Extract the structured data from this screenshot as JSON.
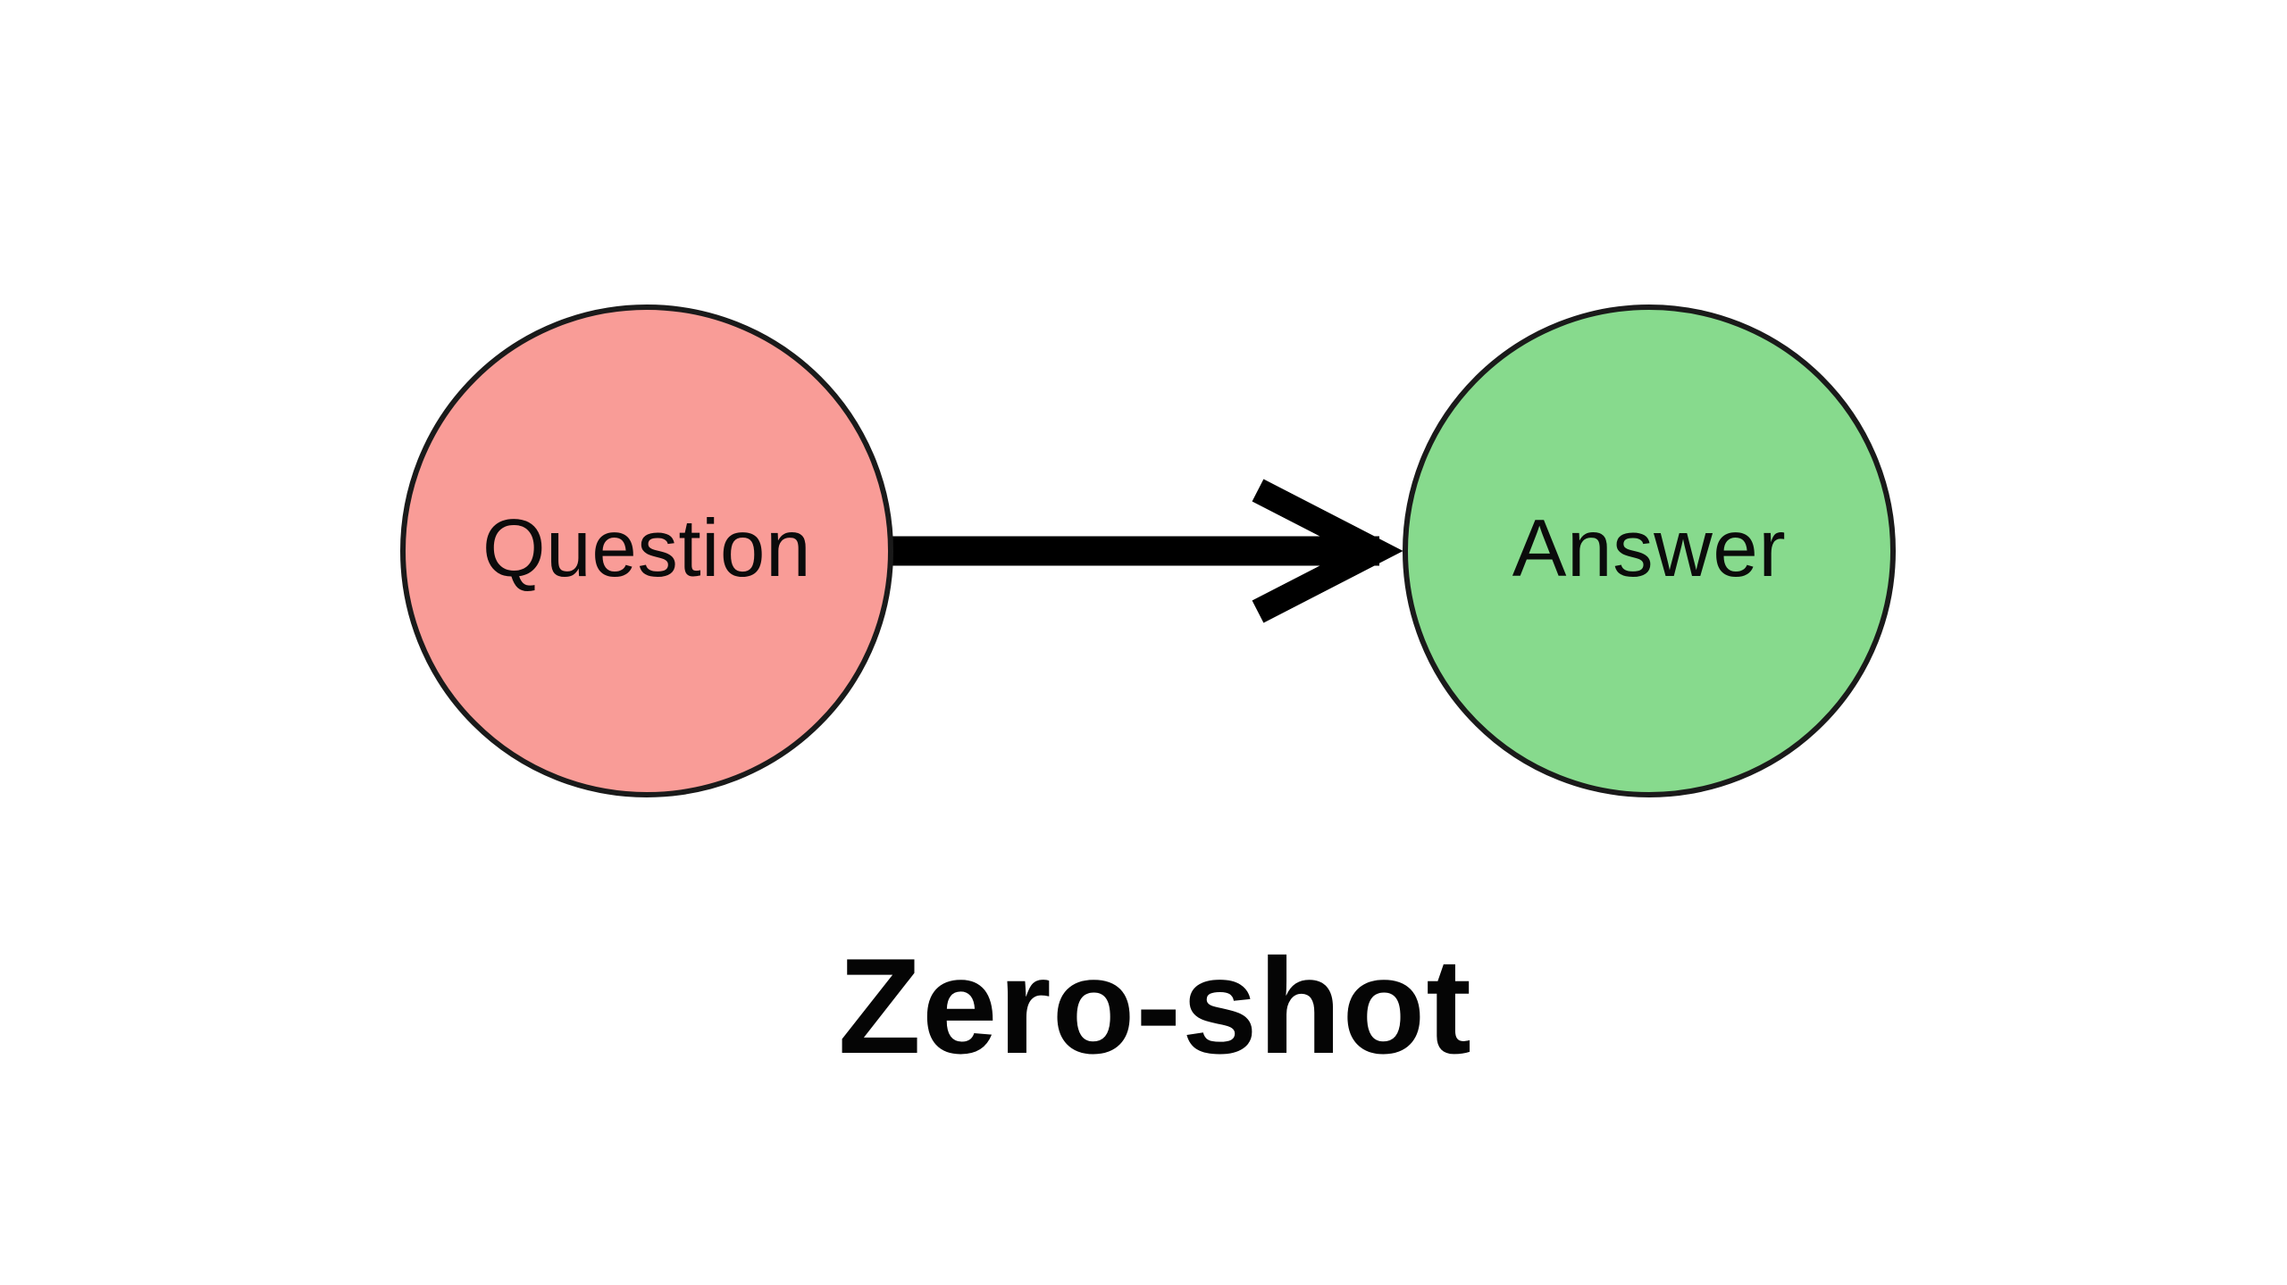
{
  "background": "#FFFFFF",
  "diagram": {
    "type": "flow-left-to-right",
    "title": {
      "text": "Zero-shot",
      "color": "#050505"
    },
    "nodes": [
      {
        "id": "question",
        "label": "Question",
        "shape": "circle",
        "fill": "#F99C97",
        "stroke": "#1A1A1A",
        "text_color": "#0B0B0B"
      },
      {
        "id": "answer",
        "label": "Answer",
        "shape": "circle",
        "fill": "#87DA8D",
        "stroke": "#1A1A1A",
        "text_color": "#0B0B0B"
      }
    ],
    "edges": [
      {
        "from": "question",
        "to": "answer",
        "style": "thick-arrow",
        "color": "#000000"
      }
    ]
  }
}
